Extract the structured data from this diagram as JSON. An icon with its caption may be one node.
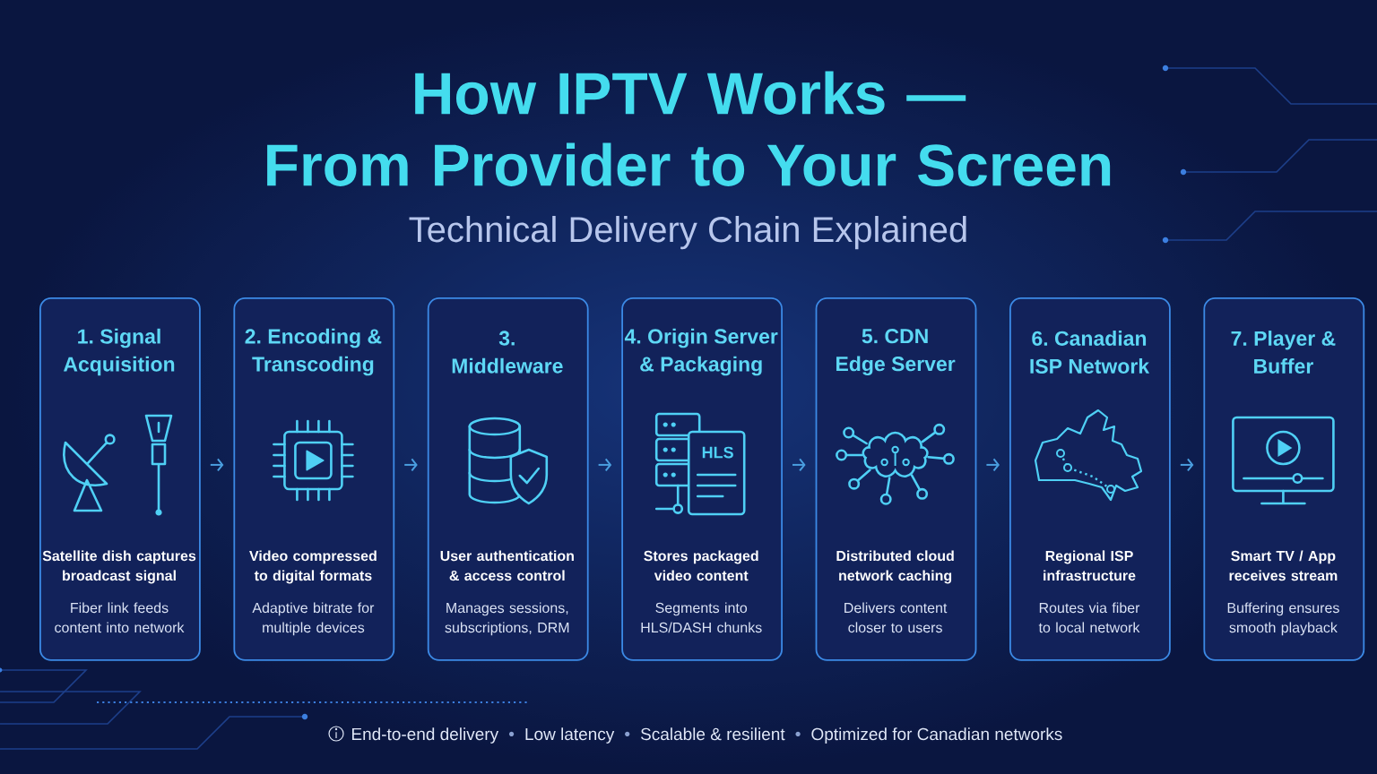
{
  "diagram": {
    "title": "How IPTV Works — From Provider to Your Screen",
    "nodes": [
      {
        "text": [
          "1. Signal Acquisition",
          "Satellite dish captures broadcast signal",
          "Fiber link feeds content into network"
        ]
      },
      {
        "text": [
          "2. Encoding & Transcoding",
          "Video compressed to digital formats",
          "Adaptive bitrate for multiple devices"
        ]
      },
      {
        "text": [
          "3. Middleware",
          "User authentication & access control",
          "Manages sessions, subscriptions, DRM"
        ]
      },
      {
        "text": [
          "4. Origin Server & Packaging",
          "Stores packaged video content",
          "Segments into HLS/DASH chunks"
        ]
      },
      {
        "text": [
          "5. CDN Edge Server",
          "Distributed cloud network caching",
          "Delivers content closer to users"
        ]
      },
      {
        "text": [
          "6. Canadian ISP Network",
          "Regional ISP infrastructure",
          "Routes via fiber to local network"
        ]
      },
      {
        "text": [
          "7. Player & Buffer",
          "Smart TV / App receives stream",
          "Buffering ensures smooth playback"
        ]
      }
    ],
    "edges": [
      {
        "from": 0,
        "to": 1,
        "arrow": "to"
      },
      {
        "from": 1,
        "to": 2,
        "arrow": "to"
      },
      {
        "from": 2,
        "to": 3,
        "arrow": "to"
      },
      {
        "from": 3,
        "to": 4,
        "arrow": "to"
      },
      {
        "from": 4,
        "to": 5,
        "arrow": "to"
      },
      {
        "from": 5,
        "to": 6,
        "arrow": "to"
      }
    ],
    "labels": [
      "Technical Delivery Chain Explained",
      "HLS",
      "End-to-end delivery",
      "Low latency",
      "Scalable & resilient",
      "Optimized for Canadian networks"
    ]
  }
}
